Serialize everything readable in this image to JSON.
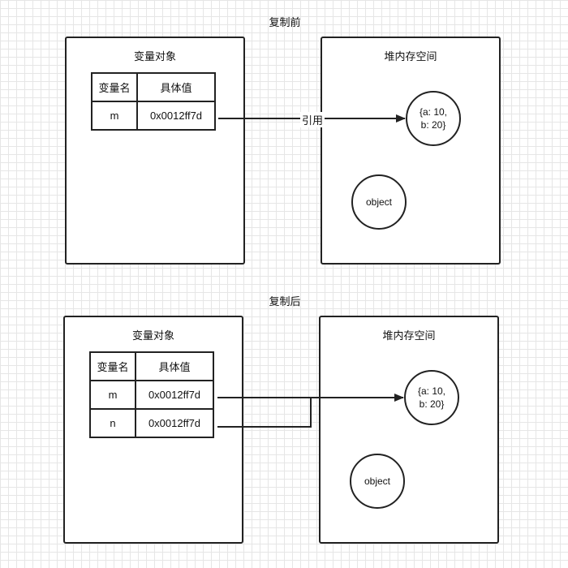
{
  "before": {
    "title": "复制前",
    "left_panel": {
      "title": "变量对象",
      "table": {
        "headers": [
          "变量名",
          "具体值"
        ],
        "rows": [
          [
            "m",
            "0x0012ff7d"
          ]
        ]
      }
    },
    "right_panel": {
      "title": "堆内存空间",
      "obj_text": "{a: 10,\nb: 20}",
      "object_label": "object"
    },
    "edge_label": "引用"
  },
  "after": {
    "title": "复制后",
    "left_panel": {
      "title": "变量对象",
      "table": {
        "headers": [
          "变量名",
          "具体值"
        ],
        "rows": [
          [
            "m",
            "0x0012ff7d"
          ],
          [
            "n",
            "0x0012ff7d"
          ]
        ]
      }
    },
    "right_panel": {
      "title": "堆内存空间",
      "obj_text": "{a: 10,\nb: 20}",
      "object_label": "object"
    }
  },
  "colors": {
    "stroke": "#222222",
    "grid": "#e6e6e6"
  }
}
